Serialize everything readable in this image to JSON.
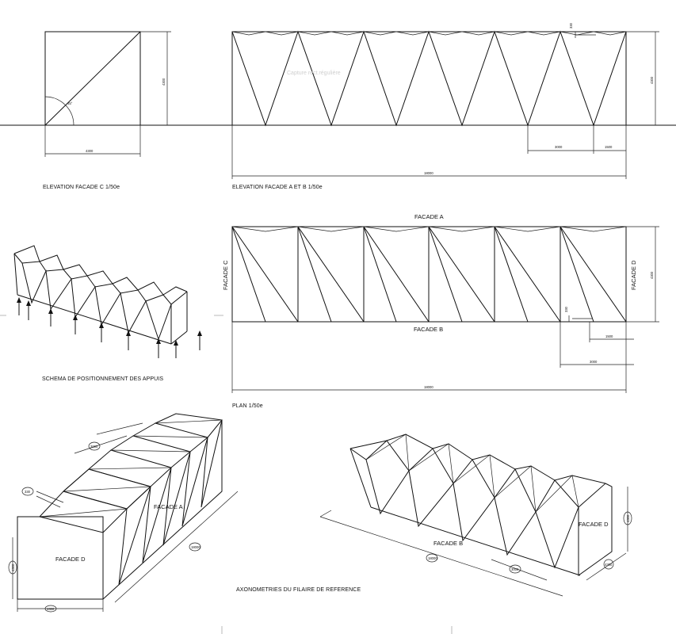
{
  "captions": {
    "elevation_c": "ELEVATION FACADE C 1/50e",
    "elevation_ab": "ELEVATION FACADE A ET B 1/50e",
    "supports": "SCHEMA DE POSITIONNEMENT DES APPUIS",
    "plan": "PLAN 1/50e",
    "axonometry": "AXONOMETRIES DU FILAIRE DE REFERENCE"
  },
  "facades": {
    "a": "FACADE A",
    "b": "FACADE B",
    "c": "FACADE C",
    "d": "FACADE D"
  },
  "dimensions": {
    "width_4300": "4300",
    "height_4300": "4300",
    "length_18000": "18000",
    "bay_3000": "3000",
    "bay_1500": "1500",
    "offset_330": "330",
    "angle": "45°"
  },
  "watermark": "Capture rect.régulière"
}
